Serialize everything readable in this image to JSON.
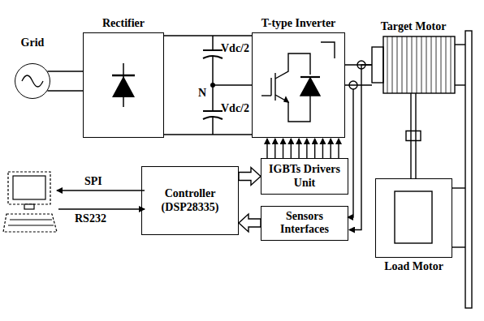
{
  "diagram": {
    "nodes": [
      {
        "text": [
          "Grid"
        ]
      },
      {
        "text": [
          "Rectifier"
        ]
      },
      {
        "text": [
          "T-type Inverter"
        ]
      },
      {
        "text": [
          "Target Motor"
        ]
      },
      {
        "text": [
          "Load Motor"
        ]
      },
      {
        "text": [
          "IGBTs Drivers Unit"
        ]
      },
      {
        "text": [
          "Controller (DSP28335)"
        ]
      },
      {
        "text": [
          "Sensors Interfaces"
        ]
      }
    ],
    "edges": [
      {
        "from": 0,
        "to": 1,
        "arrow": "none"
      },
      {
        "from": 1,
        "to": 2,
        "arrow": "none"
      },
      {
        "from": 2,
        "to": 3,
        "arrow": "none"
      },
      {
        "from": 5,
        "to": 2,
        "arrow": "to"
      },
      {
        "from": 6,
        "to": 5,
        "arrow": "to"
      },
      {
        "from": 7,
        "to": 6,
        "arrow": "to"
      },
      {
        "from": 3,
        "to": 7,
        "arrow": "to"
      },
      {
        "from": 3,
        "to": 4,
        "arrow": "none"
      }
    ],
    "labels": [
      "Vdc/2",
      "N",
      "Vdc/2",
      "SPI",
      "RS232"
    ]
  }
}
